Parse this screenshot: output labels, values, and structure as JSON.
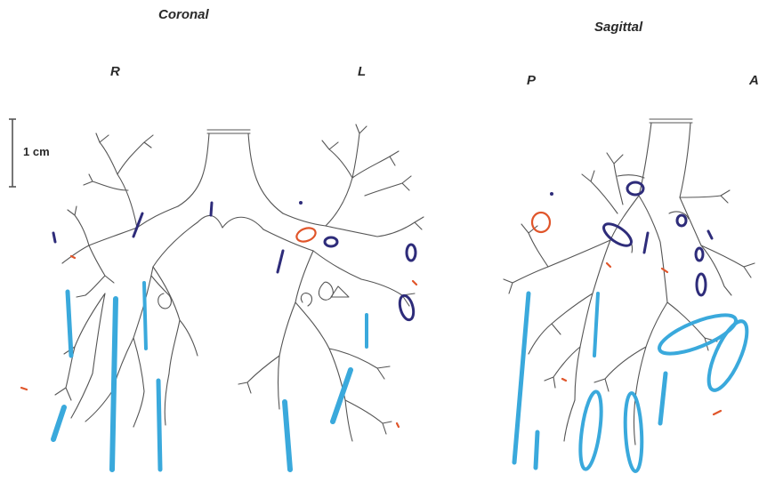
{
  "labels": {
    "coronal_title": "Coronal",
    "sagittal_title": "Sagittal",
    "right": "R",
    "left": "L",
    "posterior": "P",
    "anterior": "A",
    "scale": "1 cm"
  },
  "colors": {
    "airway_outline": "#555555",
    "light_blue_marks": "#3aa9dc",
    "dark_blue_marks": "#2e2c7a",
    "red_marks": "#e0552a",
    "text": "#2a2a2a"
  }
}
